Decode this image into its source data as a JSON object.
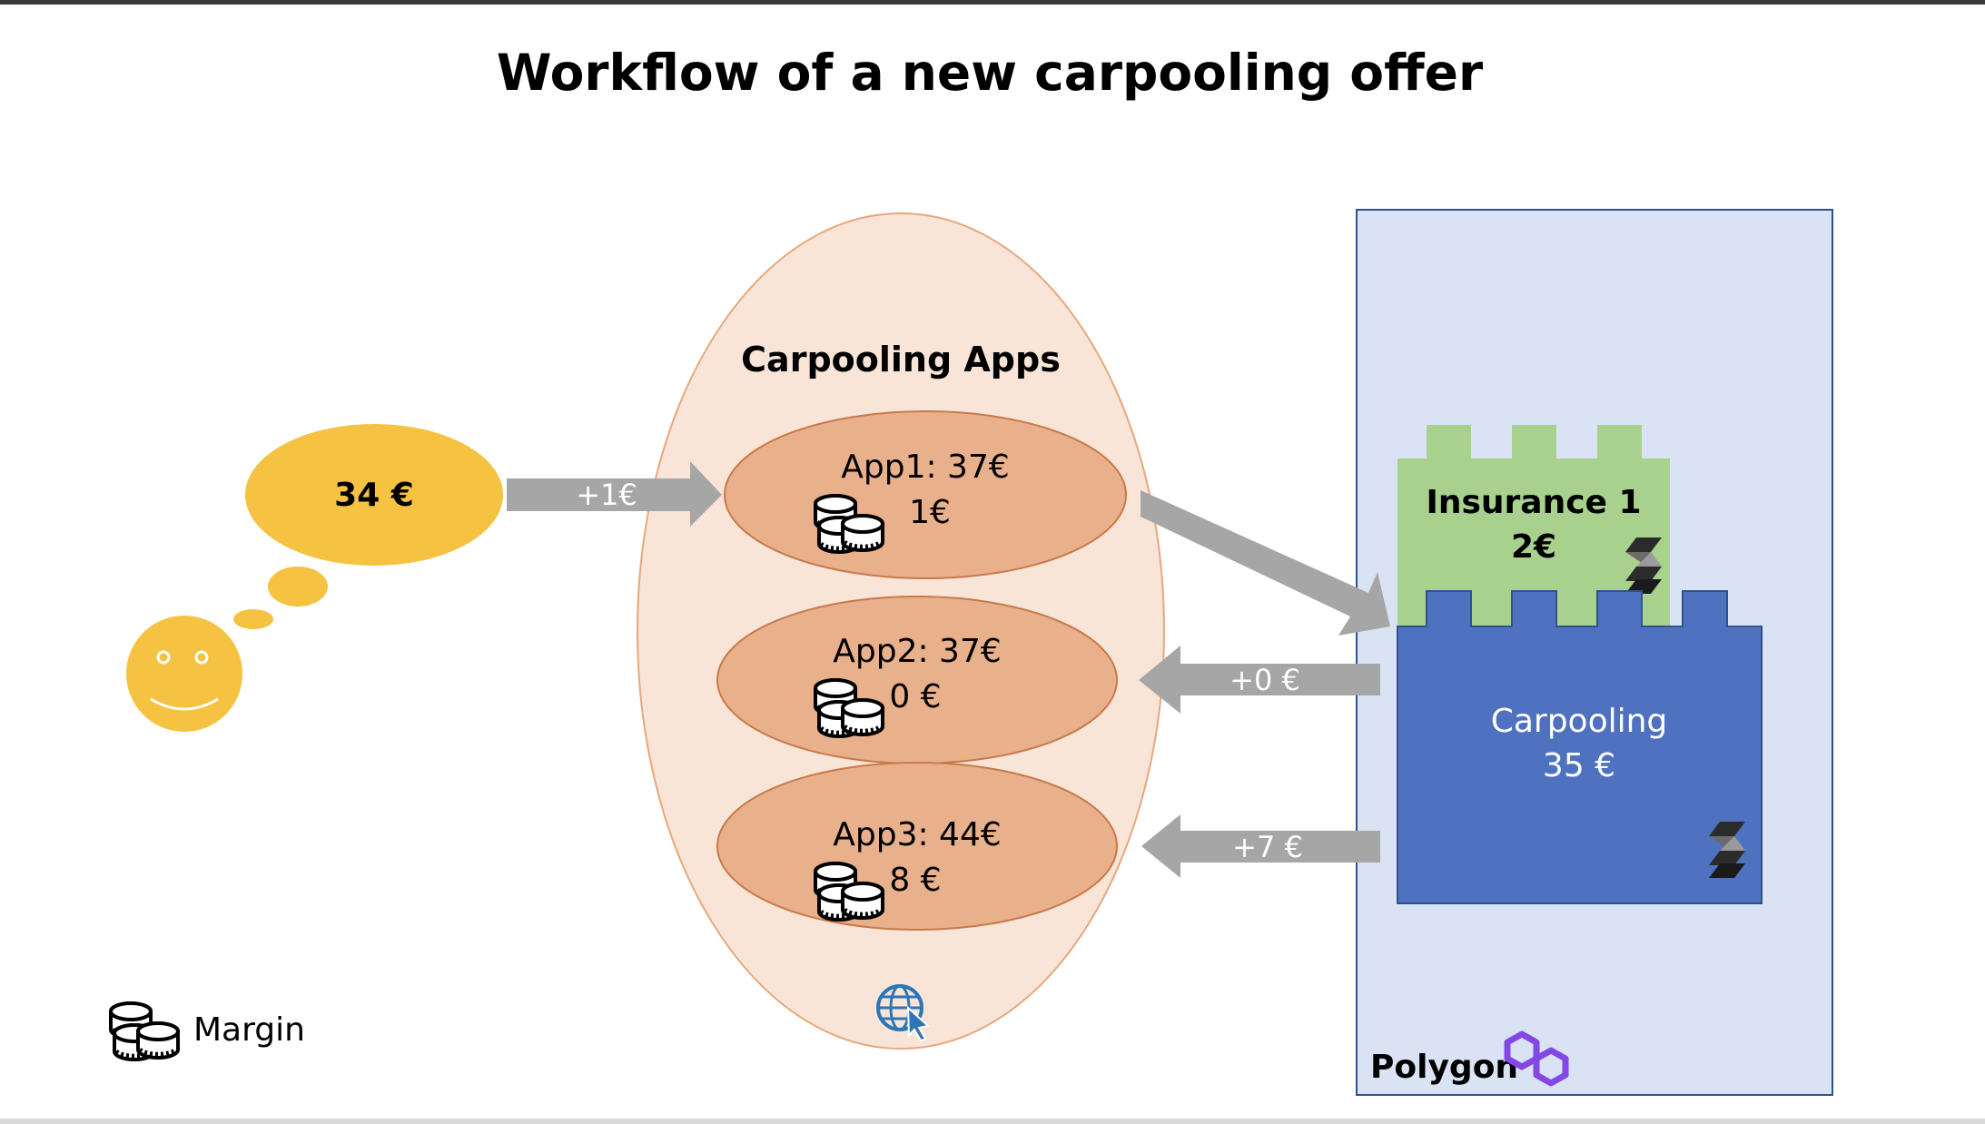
{
  "title": "Workflow of a new carpooling offer",
  "thought": {
    "price": "34 €"
  },
  "apps_group": {
    "label": "Carpooling Apps",
    "apps": [
      {
        "name": "App1: 37€",
        "margin": "1€"
      },
      {
        "name": "App2: 37€",
        "margin": "0 €"
      },
      {
        "name": "App3: 44€",
        "margin": "8 €"
      }
    ]
  },
  "arrows": {
    "user_to_app1": "+1€",
    "carpooling_to_app2": "+0 €",
    "carpooling_to_app3": "+7 €"
  },
  "polygon": {
    "label": "Polygon",
    "insurance": {
      "name": "Insurance 1",
      "price": "2€"
    },
    "carpooling": {
      "name": "Carpooling",
      "price": "35 €"
    }
  },
  "legend": {
    "margin_label": "Margin"
  },
  "colors": {
    "thought": "#f5c242",
    "apps_bg": "#f8e5d8",
    "app": "#e8b18b",
    "app_stroke": "#c8794a",
    "arrow": "#a6a6a6",
    "polygon_bg": "#dae3f3",
    "polygon_stroke": "#2f528f",
    "insurance": "#a9d18e",
    "carpooling": "#4f72c0",
    "polygon_logo": "#8247e5",
    "globe": "#2e75b6"
  },
  "icons": [
    "smiley-icon",
    "coins-icon",
    "globe-icon",
    "polygon-logo-icon",
    "solidity-icon"
  ]
}
